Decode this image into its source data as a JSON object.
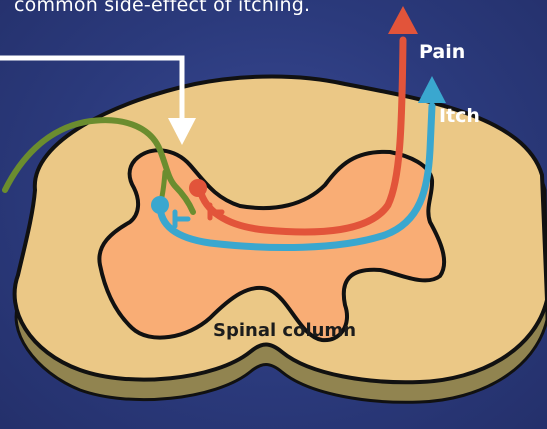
{
  "caption": "common side-effect of itching.",
  "labels": {
    "pain": "Pain",
    "itch": "Itch",
    "spinal_column": "Spinal column"
  },
  "colors": {
    "background": "#2d3b7e",
    "white_matter": "#ebc886",
    "gray_matter": "#f9ad75",
    "outline": "#111111",
    "pain_pathway": "#e2543a",
    "itch_pathway": "#3aa7cf",
    "sensory_nerve": "#6b8d2f",
    "pointer_arrow": "#ffffff"
  }
}
